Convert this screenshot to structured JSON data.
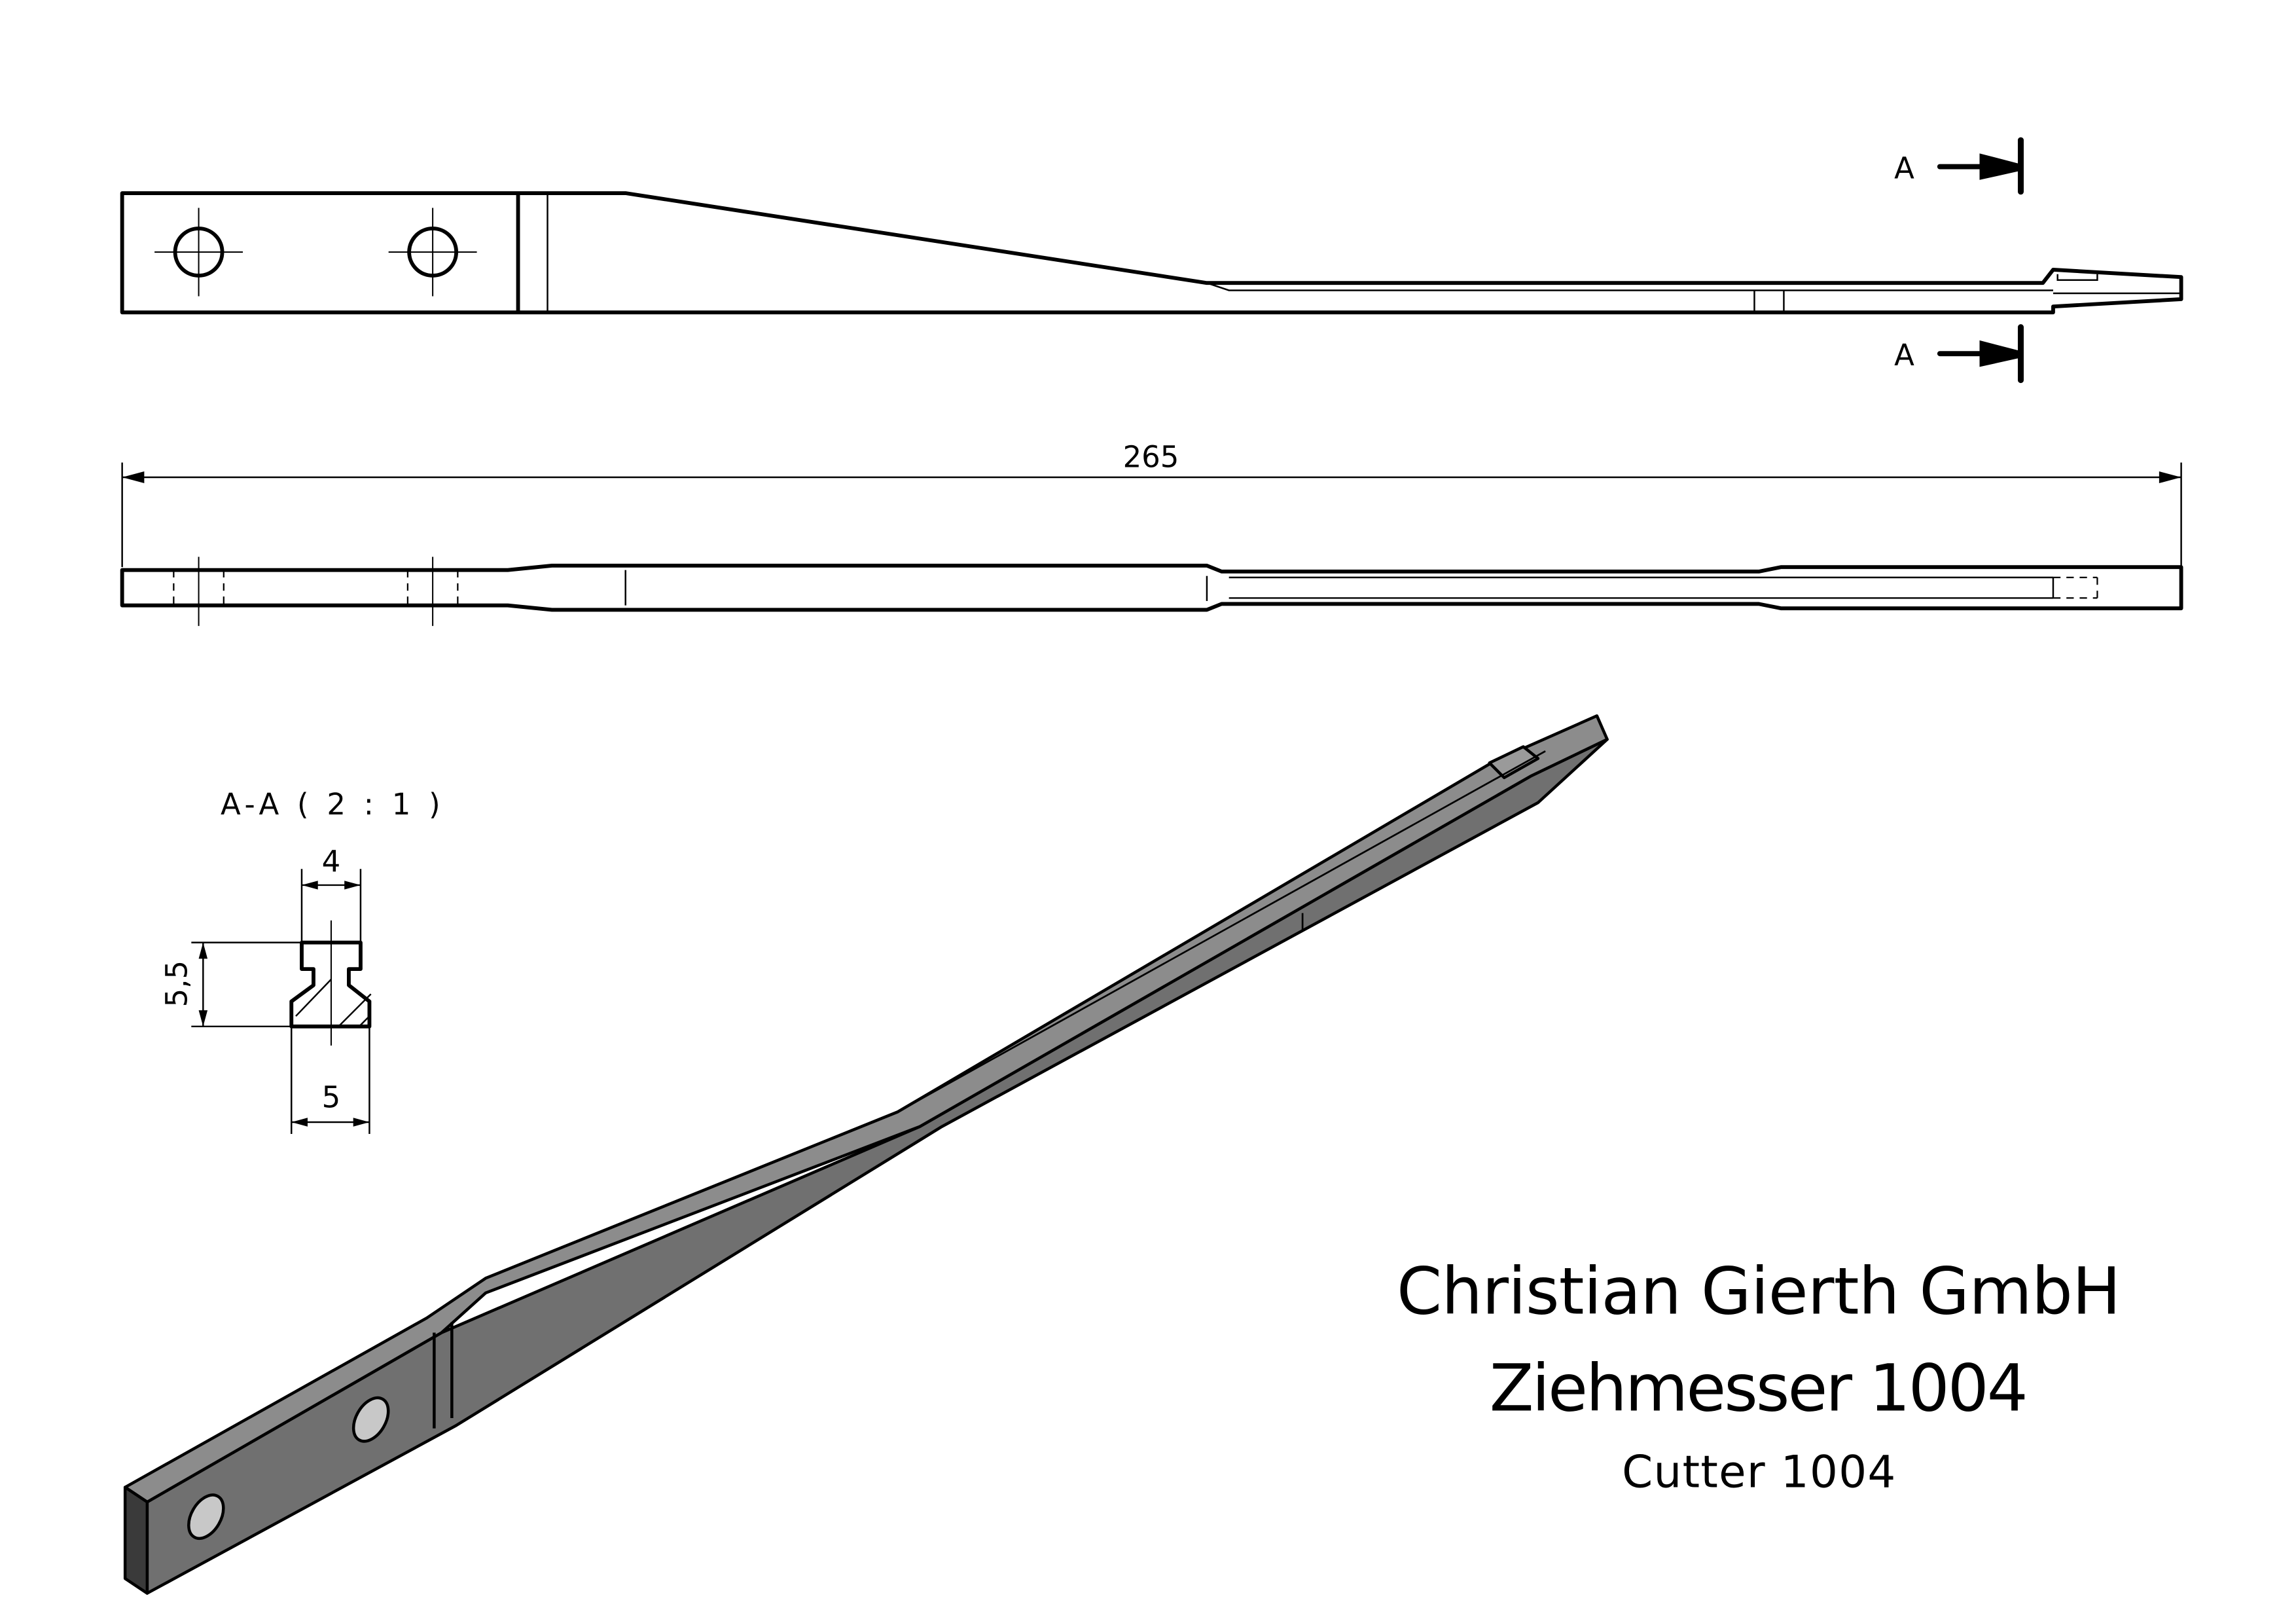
{
  "section_marker": {
    "label_top": "A",
    "label_bottom": "A"
  },
  "dimensions": {
    "overall_length": "265",
    "section_width_top": "4",
    "section_height": "5,5",
    "section_width_bottom": "5"
  },
  "section_view": {
    "title": "A-A ( 2 : 1 )"
  },
  "title_block": {
    "company": "Christian Gierth GmbH",
    "part_name": "Ziehmesser 1004",
    "part_name_en": "Cutter 1004"
  },
  "colors": {
    "line": "#000000",
    "shade_top": "#8c8c8c",
    "shade_side": "#707070",
    "shade_end": "#3a3a3a"
  }
}
